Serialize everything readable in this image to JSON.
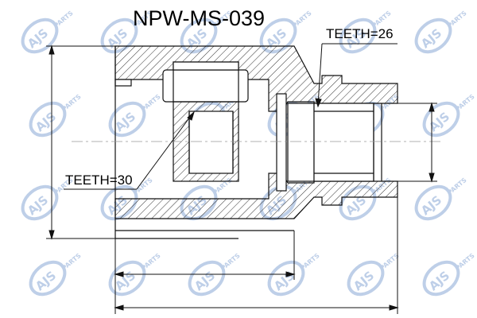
{
  "title": "NPW-MS-039",
  "labels": {
    "teeth_outer": "TEETH=26",
    "teeth_inner": "TEETH=30"
  },
  "watermark": {
    "logo_text": "AJS",
    "logo_subtext": "PARTS",
    "color": "#a9bfe0"
  },
  "colors": {
    "line": "#111111",
    "hatch": "#333333",
    "background": "#ffffff"
  }
}
